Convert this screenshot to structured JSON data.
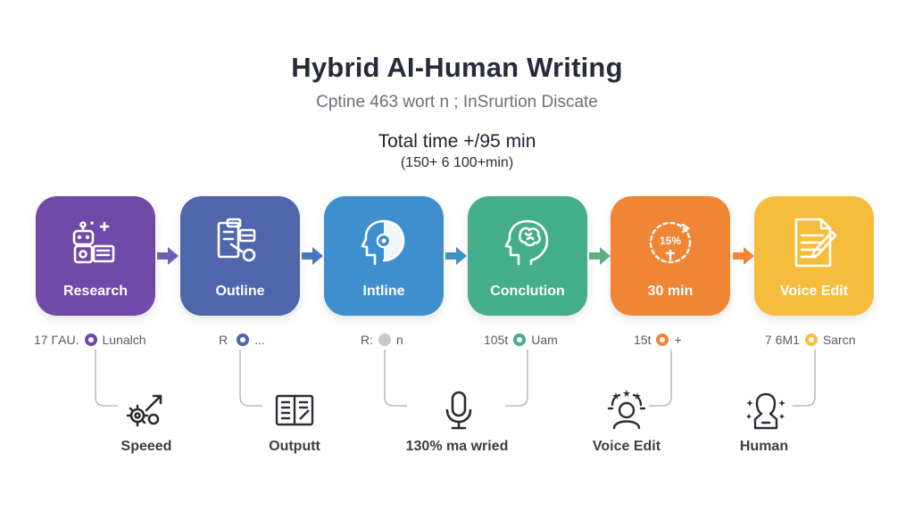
{
  "header": {
    "title": "Hybrid AI-Human Writing",
    "subtitle": "Cрtine 463 wort n ; InSrurtion Discate",
    "total_time": "Total time +/95 min",
    "total_time_detail": "(150+ 6 100+min)"
  },
  "steps": [
    {
      "label": "Research",
      "color": "#6f4aa8",
      "icon": "robot-icon",
      "meta_prefix": "17 ΓAU.",
      "meta_suffix": "Lunalch",
      "dot_color": "#6f4aa8"
    },
    {
      "label": "Outline",
      "color": "#4f65ac",
      "icon": "flowchart-icon",
      "meta_prefix": "R",
      "meta_suffix": "...",
      "dot_color": "#4f65ac"
    },
    {
      "label": "Intline",
      "color": "#3f8fcf",
      "icon": "ai-head-icon",
      "meta_prefix": "R:",
      "meta_suffix": "n",
      "dot_color": "#c9c9c9"
    },
    {
      "label": "Conclution",
      "color": "#44ad8a",
      "icon": "brain-icon",
      "meta_prefix": "105t",
      "meta_suffix": "Uam",
      "dot_color": "#44ad8a"
    },
    {
      "label": "30 min",
      "color": "#f08536",
      "icon": "timer-icon",
      "meta_prefix": "15t",
      "meta_suffix": "+",
      "dot_color": "#f08536"
    },
    {
      "label": "Voice Edit",
      "color": "#f6bd3c",
      "icon": "document-edit-icon",
      "meta_prefix": "7 6M1",
      "meta_suffix": "Sarcn",
      "dot_color": "#f6bd3c"
    }
  ],
  "timer_text": "15%",
  "bottom": [
    {
      "label": "Speeed",
      "icon": "gears-arrow-icon"
    },
    {
      "label": "Outputt",
      "icon": "book-icon"
    },
    {
      "label": "130% ma wried",
      "icon": "microphone-icon"
    },
    {
      "label": "Voice Edit",
      "icon": "voice-person-icon"
    },
    {
      "label": "Human",
      "icon": "human-sparkle-icon"
    }
  ],
  "colors": {
    "arrow": "#8a6ccf",
    "connector": "#a8acb3"
  }
}
